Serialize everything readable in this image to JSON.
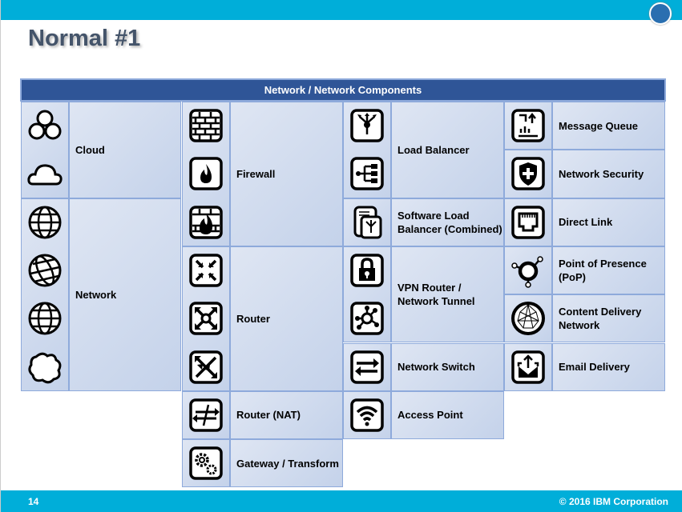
{
  "title": "Normal #1",
  "table_header": "Network / Network Components",
  "footer": {
    "page": "14",
    "copyright": "© 2016 IBM Corporation"
  },
  "columns": [
    [
      {
        "label": "Cloud",
        "icons": [
          "cloud-cluster",
          "cloud"
        ]
      },
      {
        "label": "Network",
        "icons": [
          "globe",
          "globe-alt",
          "globe",
          "cloud-puffy"
        ]
      }
    ],
    [
      {
        "label": "Firewall",
        "icons": [
          "brick-wall",
          "flame",
          "brick-flame"
        ]
      },
      {
        "label": "Router",
        "icons": [
          "router-arrows-in",
          "router-arrows-out",
          "router-cross"
        ]
      },
      {
        "label": "Router (NAT)",
        "icons": [
          "nat"
        ]
      },
      {
        "label": "Gateway / Transform",
        "icons": [
          "gears"
        ]
      }
    ],
    [
      {
        "label": "Load Balancer",
        "icons": [
          "load-balancer",
          "load-balancer-tree"
        ]
      },
      {
        "label": "Software Load Balancer (Combined)",
        "icons": [
          "software-load-balancer"
        ]
      },
      {
        "label": "VPN Router / Network Tunnel",
        "icons": [
          "lock",
          "hub"
        ]
      },
      {
        "label": "Network Switch",
        "icons": [
          "switch-arrows"
        ]
      },
      {
        "label": "Access Point",
        "icons": [
          "wifi"
        ]
      }
    ],
    [
      {
        "label": "Message Queue",
        "icons": [
          "message-queue"
        ]
      },
      {
        "label": "Network Security",
        "icons": [
          "shield-plus"
        ]
      },
      {
        "label": "Direct Link",
        "icons": [
          "ethernet-port"
        ]
      },
      {
        "label": "Point of Presence (PoP)",
        "icons": [
          "pop"
        ]
      },
      {
        "label": "Content Delivery Network",
        "icons": [
          "cdn-mesh"
        ]
      },
      {
        "label": "Email Delivery",
        "icons": [
          "email-out"
        ]
      }
    ]
  ]
}
